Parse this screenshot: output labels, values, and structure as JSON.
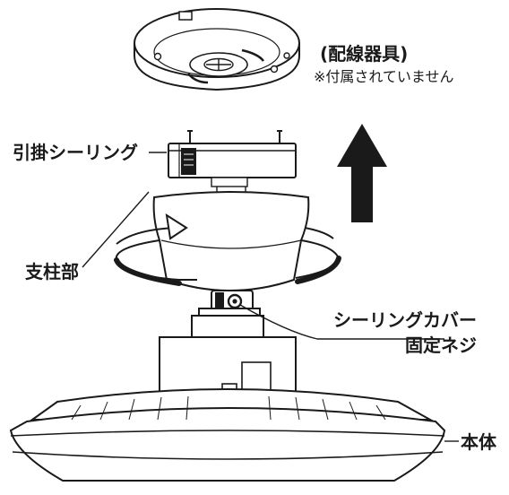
{
  "diagram": {
    "labels": {
      "wiring_fixture": "(配線器具)",
      "wiring_note": "※付属されていません",
      "hook_ceiling": "引掛シーリング",
      "support_column": "支柱部",
      "cover_screw_line1": "シーリングカバー",
      "cover_screw_line2": "固定ネジ",
      "main_body": "本体"
    },
    "colors": {
      "line": "#1a1a1a",
      "fill": "#ffffff",
      "arrow": "#1a1a1a"
    },
    "icons": {
      "up_arrow": "up-arrow-icon",
      "rotation_arrow": "rotation-arrow-icon"
    }
  }
}
